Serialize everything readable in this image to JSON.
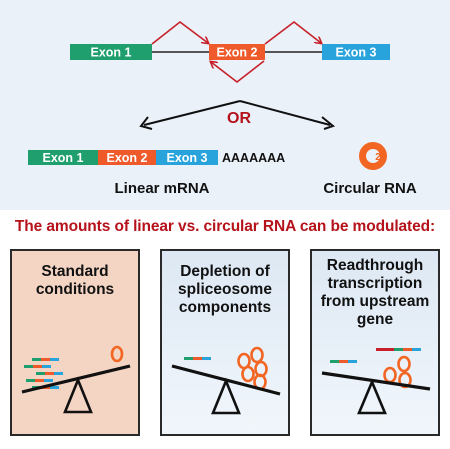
{
  "gene": {
    "exons": [
      "Exon 1",
      "Exon 2",
      "Exon 3"
    ]
  },
  "choice_label": "OR",
  "linear": {
    "exons": [
      "Exon 1",
      "Exon 2",
      "Exon 3"
    ],
    "poly_a": "AAAAAAA",
    "label": "Linear mRNA"
  },
  "circular": {
    "badge": "2",
    "label": "Circular RNA"
  },
  "caption": "The amounts of linear vs. circular RNA can be modulated:",
  "conditions": [
    {
      "title_lines": [
        "Standard",
        "conditions"
      ]
    },
    {
      "title_lines": [
        "Depletion of",
        "spliceosome",
        "components"
      ]
    },
    {
      "title_lines": [
        "Readthrough",
        "transcription",
        "from upstream",
        "gene"
      ]
    }
  ],
  "colors": {
    "exon1": "#1f9e6e",
    "exon2": "#ef5a2a",
    "exon3": "#29a3dc",
    "arrow_red": "#c8202a",
    "text_red": "#b5121b",
    "circle_orange": "#f26522",
    "upstream_red": "#c8202a",
    "top_bg": "#eaf1f8"
  }
}
